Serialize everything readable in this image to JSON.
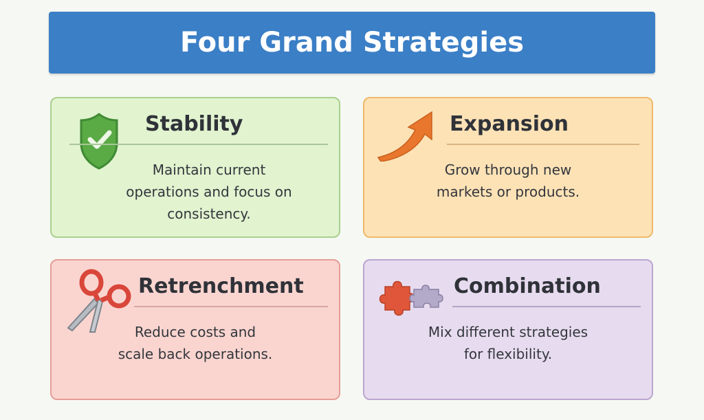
{
  "title": "Four Grand Strategies",
  "cards": [
    {
      "title": "Stability",
      "icon": "shield-check-icon",
      "lines": [
        "Maintain current",
        "operations and focus on",
        "consistency."
      ]
    },
    {
      "title": "Expansion",
      "icon": "arrow-up-right-icon",
      "lines": [
        "Grow through new",
        "markets or products."
      ]
    },
    {
      "title": "Retrenchment",
      "icon": "scissors-icon",
      "lines": [
        "Reduce costs and",
        "scale back operations."
      ]
    },
    {
      "title": "Combination",
      "icon": "puzzle-icon",
      "lines": [
        "Mix different strategies",
        "for flexibility."
      ]
    }
  ]
}
